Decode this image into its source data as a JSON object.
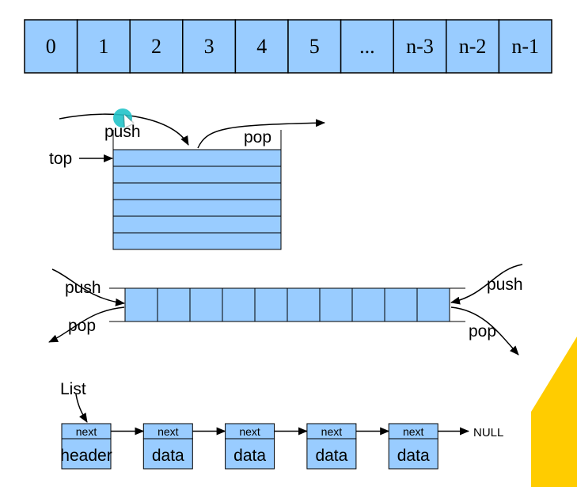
{
  "colors": {
    "cell_fill": "#99ccff",
    "line": "#000000",
    "accent": "#ffcc00",
    "cursor": "#22c3c9"
  },
  "array": {
    "cells": [
      "0",
      "1",
      "2",
      "3",
      "4",
      "5",
      "...",
      "n-3",
      "n-2",
      "n-1"
    ]
  },
  "stack": {
    "push_label": "push",
    "pop_label": "pop",
    "top_label": "top",
    "rows": 6
  },
  "deque": {
    "left_push_label": "push",
    "left_pop_label": "pop",
    "right_push_label": "push",
    "right_pop_label": "pop",
    "cells": 10
  },
  "linked_list": {
    "list_label": "List",
    "nodes": [
      {
        "next": "next",
        "value": "header"
      },
      {
        "next": "next",
        "value": "data"
      },
      {
        "next": "next",
        "value": "data"
      },
      {
        "next": "next",
        "value": "data"
      },
      {
        "next": "next",
        "value": "data"
      }
    ],
    "null_label": "NULL"
  },
  "icons": {
    "cursor": "mouse-pointer-icon"
  }
}
